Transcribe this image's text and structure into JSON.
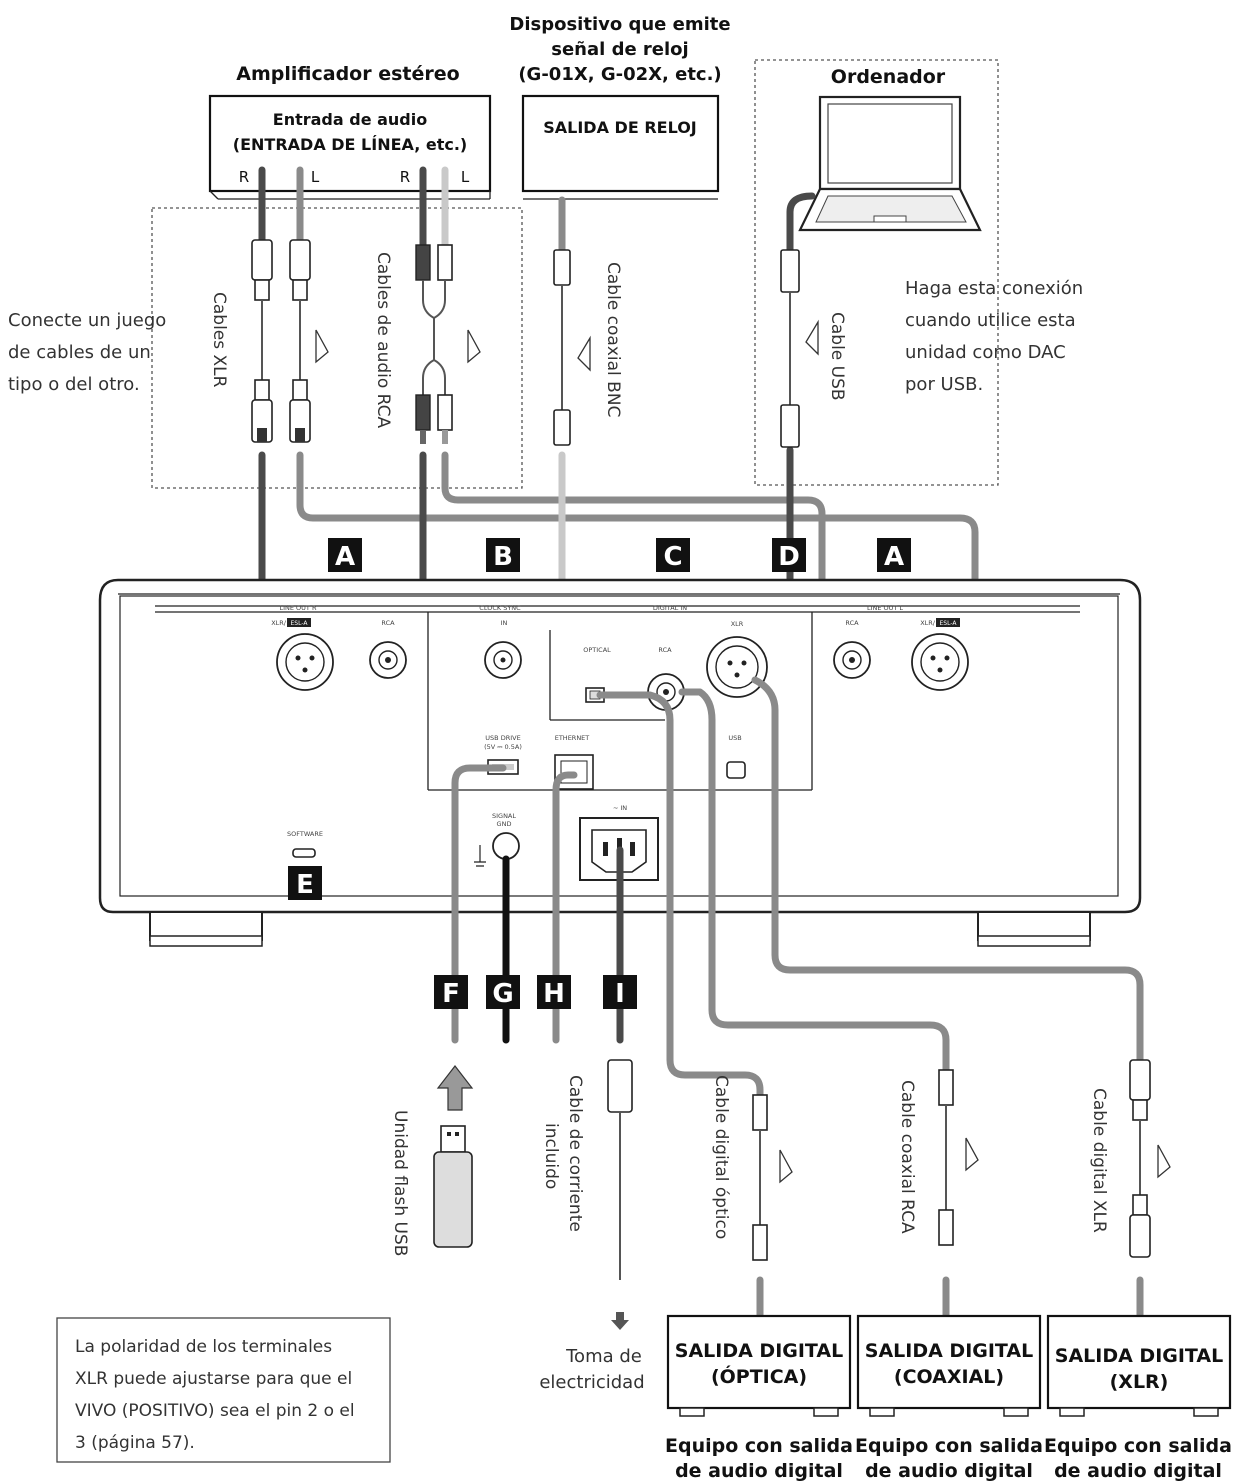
{
  "devices": {
    "amplifier": {
      "title": "Amplificador estéreo",
      "input_line1": "Entrada de audio",
      "input_line2": "(ENTRADA DE LÍNEA, etc.)",
      "r": "R",
      "l": "L"
    },
    "clock": {
      "title_line1": "Dispositivo que emite",
      "title_line2": "señal de reloj",
      "title_line3": "(G-01X, G-02X, etc.)",
      "output": "SALIDA DE RELOJ"
    },
    "computer": {
      "title": "Ordenador"
    }
  },
  "cables": {
    "xlr": "Cables XLR",
    "rca_audio": "Cables de audio RCA",
    "bnc": "Cable coaxial BNC",
    "usb": "Cable USB",
    "optical": "Cable digital óptico",
    "coax_rca": "Cable coaxial RCA",
    "xlr_digital": "Cable digital XLR",
    "power_line1": "Cable de corriente",
    "power_line2": "incluido",
    "flash": "Unidad flash USB"
  },
  "notes": {
    "connect_line1": "Conecte un juego",
    "connect_line2": "de cables de un",
    "connect_line3": "tipo o del otro.",
    "usb_line1": "Haga esta conexión",
    "usb_line2": "cuando utilice esta",
    "usb_line3": "unidad como DAC",
    "usb_line4": "por USB.",
    "outlet_line1": "Toma de",
    "outlet_line2": "electricidad",
    "polarity_line1": "La polaridad de los terminales",
    "polarity_line2": "XLR puede ajustarse para que el",
    "polarity_line3": "VIVO (POSITIVO) sea el pin 2 o el",
    "polarity_line4": "3 (página 57)."
  },
  "badges": {
    "a": "A",
    "b": "B",
    "c": "C",
    "d": "D",
    "e": "E",
    "f": "F",
    "g": "G",
    "h": "H",
    "i": "I"
  },
  "panel": {
    "line_out_r": "LINE OUT  R",
    "clock_sync": "CLOCK SYNC",
    "digital_in": "DIGITAL IN",
    "line_out_l": "LINE OUT  L",
    "xlr_esla": "XLR/",
    "esl": "ESL-A",
    "rca": "RCA",
    "in": "IN",
    "optical": "OPTICAL",
    "xlr": "XLR",
    "usb_drive_line1": "USB DRIVE",
    "usb_drive_line2": "(5V ⎓ 0.5A)",
    "ethernet": "ETHERNET",
    "usb": "USB",
    "signal_gnd_line1": "SIGNAL",
    "signal_gnd_line2": "GND",
    "ac_in": "∼ IN",
    "software": "SOFTWARE"
  },
  "sources": {
    "optical_line1": "SALIDA DIGITAL",
    "optical_line2": "(ÓPTICA)",
    "coax_line1": "SALIDA DIGITAL",
    "coax_line2": "(COAXIAL)",
    "xlr_line1": "SALIDA DIGITAL",
    "xlr_line2": "(XLR)",
    "equip_line1": "Equipo con salida",
    "equip_line2": "de audio digital"
  }
}
